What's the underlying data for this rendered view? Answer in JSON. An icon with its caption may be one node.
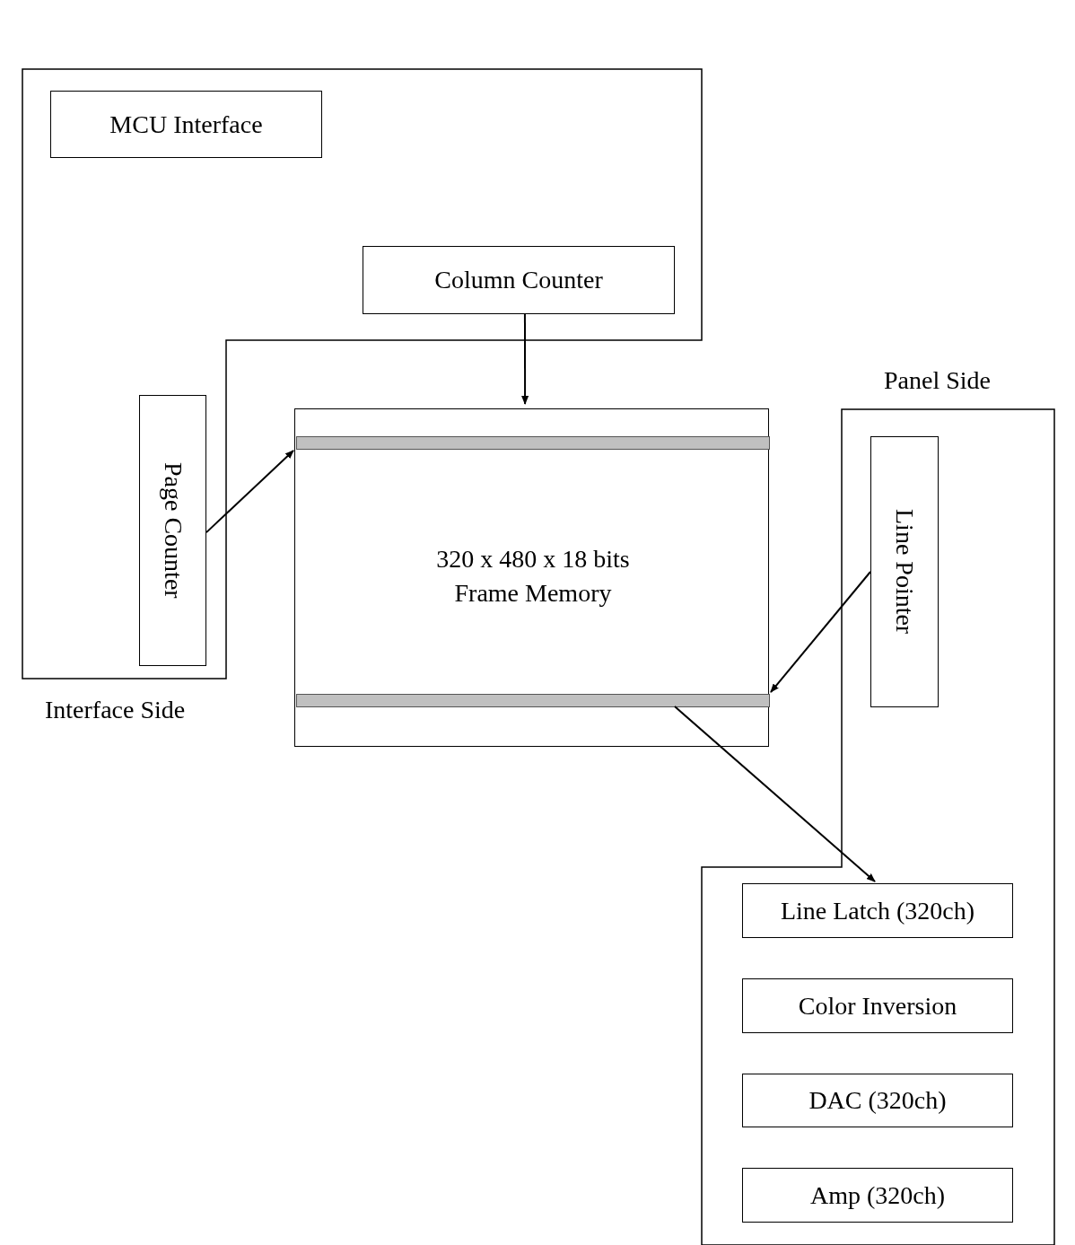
{
  "diagram": {
    "nodes": [
      {
        "text": [
          "Interface Side"
        ]
      },
      {
        "text": [
          "MCU Interface"
        ],
        "in": 0
      },
      {
        "text": [
          "Column Counter"
        ],
        "in": 0
      },
      {
        "text": [
          "Page Counter"
        ],
        "in": 0
      },
      {
        "text": [
          "320 x 480 x 18 bits Frame Memory"
        ]
      },
      {
        "text": [],
        "shape": "bar",
        "in": 4
      },
      {
        "text": [],
        "shape": "bar",
        "in": 4
      },
      {
        "text": [
          "Panel Side"
        ]
      },
      {
        "text": [
          "Line Pointer"
        ],
        "in": 7
      },
      {
        "text": [
          "Line Latch (320ch)"
        ],
        "in": 7
      },
      {
        "text": [
          "Color Inversion"
        ],
        "in": 7
      },
      {
        "text": [
          "DAC (320ch)"
        ],
        "in": 7
      },
      {
        "text": [
          "Amp (320ch)"
        ],
        "in": 7
      }
    ],
    "edges": [
      {
        "from": 2,
        "to": 4,
        "arrow": "to"
      },
      {
        "from": 3,
        "to": 5,
        "arrow": "to"
      },
      {
        "from": 8,
        "to": 6,
        "arrow": "to"
      },
      {
        "from": 6,
        "to": 9,
        "arrow": "to"
      }
    ]
  }
}
